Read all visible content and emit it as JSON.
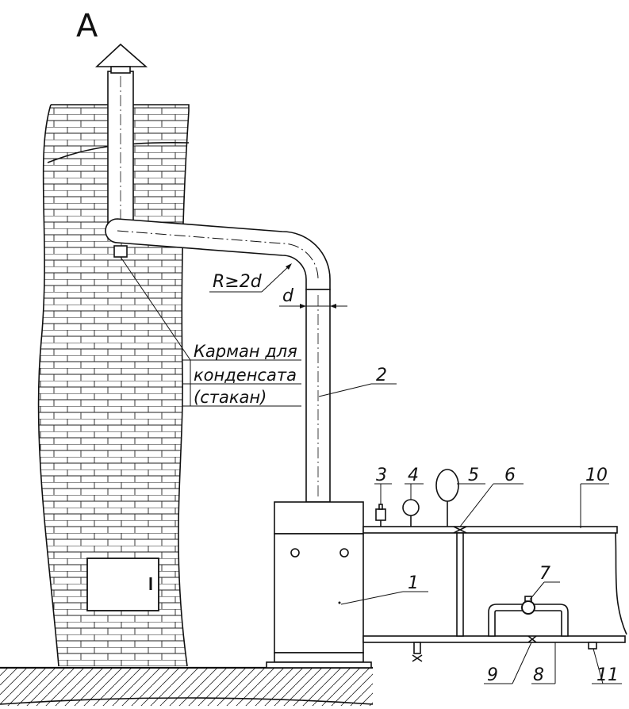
{
  "view_letter": "A",
  "bend_radius_label": "R≥2d",
  "diameter_label": "d",
  "condensate_pocket_label": [
    "Карман для",
    "конденсата",
    "(стакан)"
  ],
  "callouts": [
    "1",
    "2",
    "3",
    "4",
    "5",
    "6",
    "7",
    "8",
    "9",
    "10",
    "11"
  ]
}
